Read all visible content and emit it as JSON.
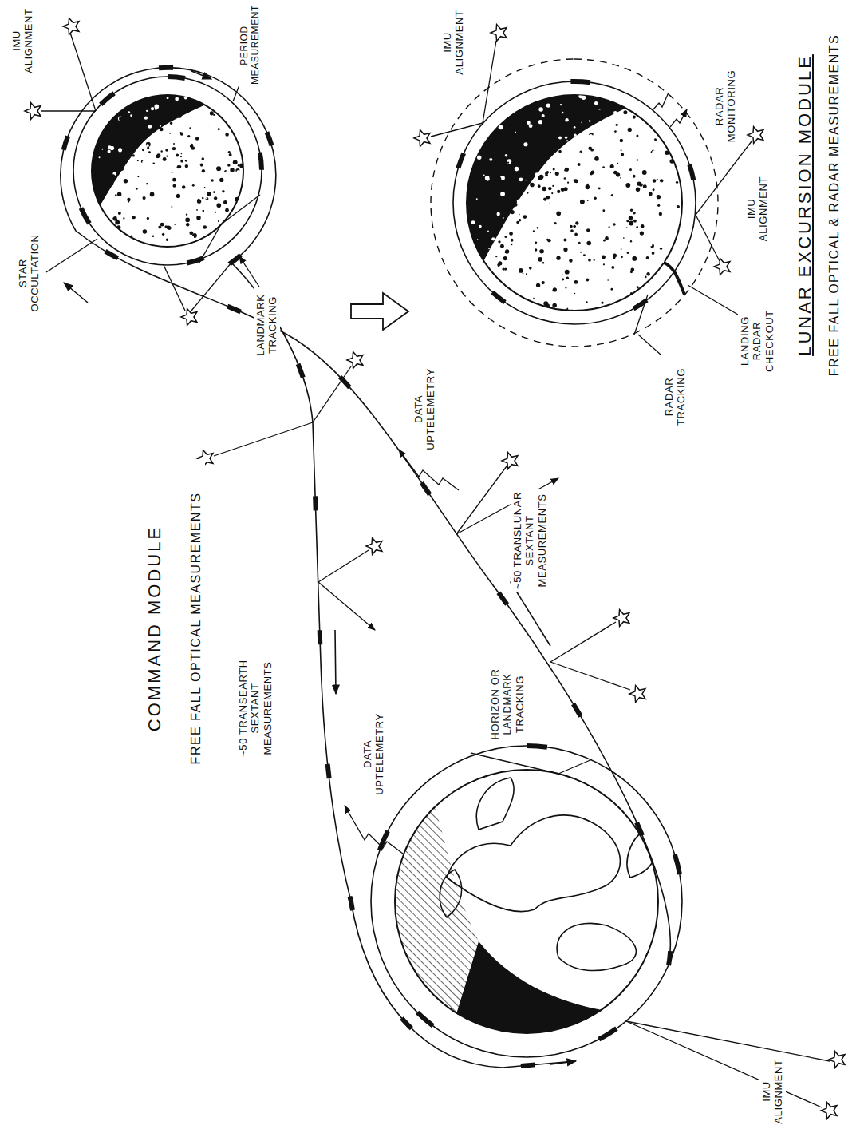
{
  "diagram": {
    "labels": [
      "COMMAND MODULE",
      "FREE FALL OPTICAL MEASUREMENTS",
      "LUNAR EXCURSION MODULE",
      "FREE FALL OPTICAL & RADAR MEASUREMENTS",
      "IMU ALIGNMENT",
      "PERIOD MEASUREMENT",
      "STAR OCCULTATION",
      "LANDMARK TRACKING",
      "~50 TRANSEARTH SEXTANT MEASUREMENTS",
      "DATA UPTELEMETRY",
      "~50 TRANSLUNAR SEXTANT MEASUREMENTS",
      "DATA UPTELEMETRY",
      "HORIZON OR LANDMARK TRACKING",
      "IMU ALIGNMENT",
      "IMU ALIGNMENT",
      "RADAR MONITORING",
      "IMU ALIGNMENT",
      "LANDING RADAR CHECKOUT",
      "RADAR TRACKING"
    ]
  }
}
